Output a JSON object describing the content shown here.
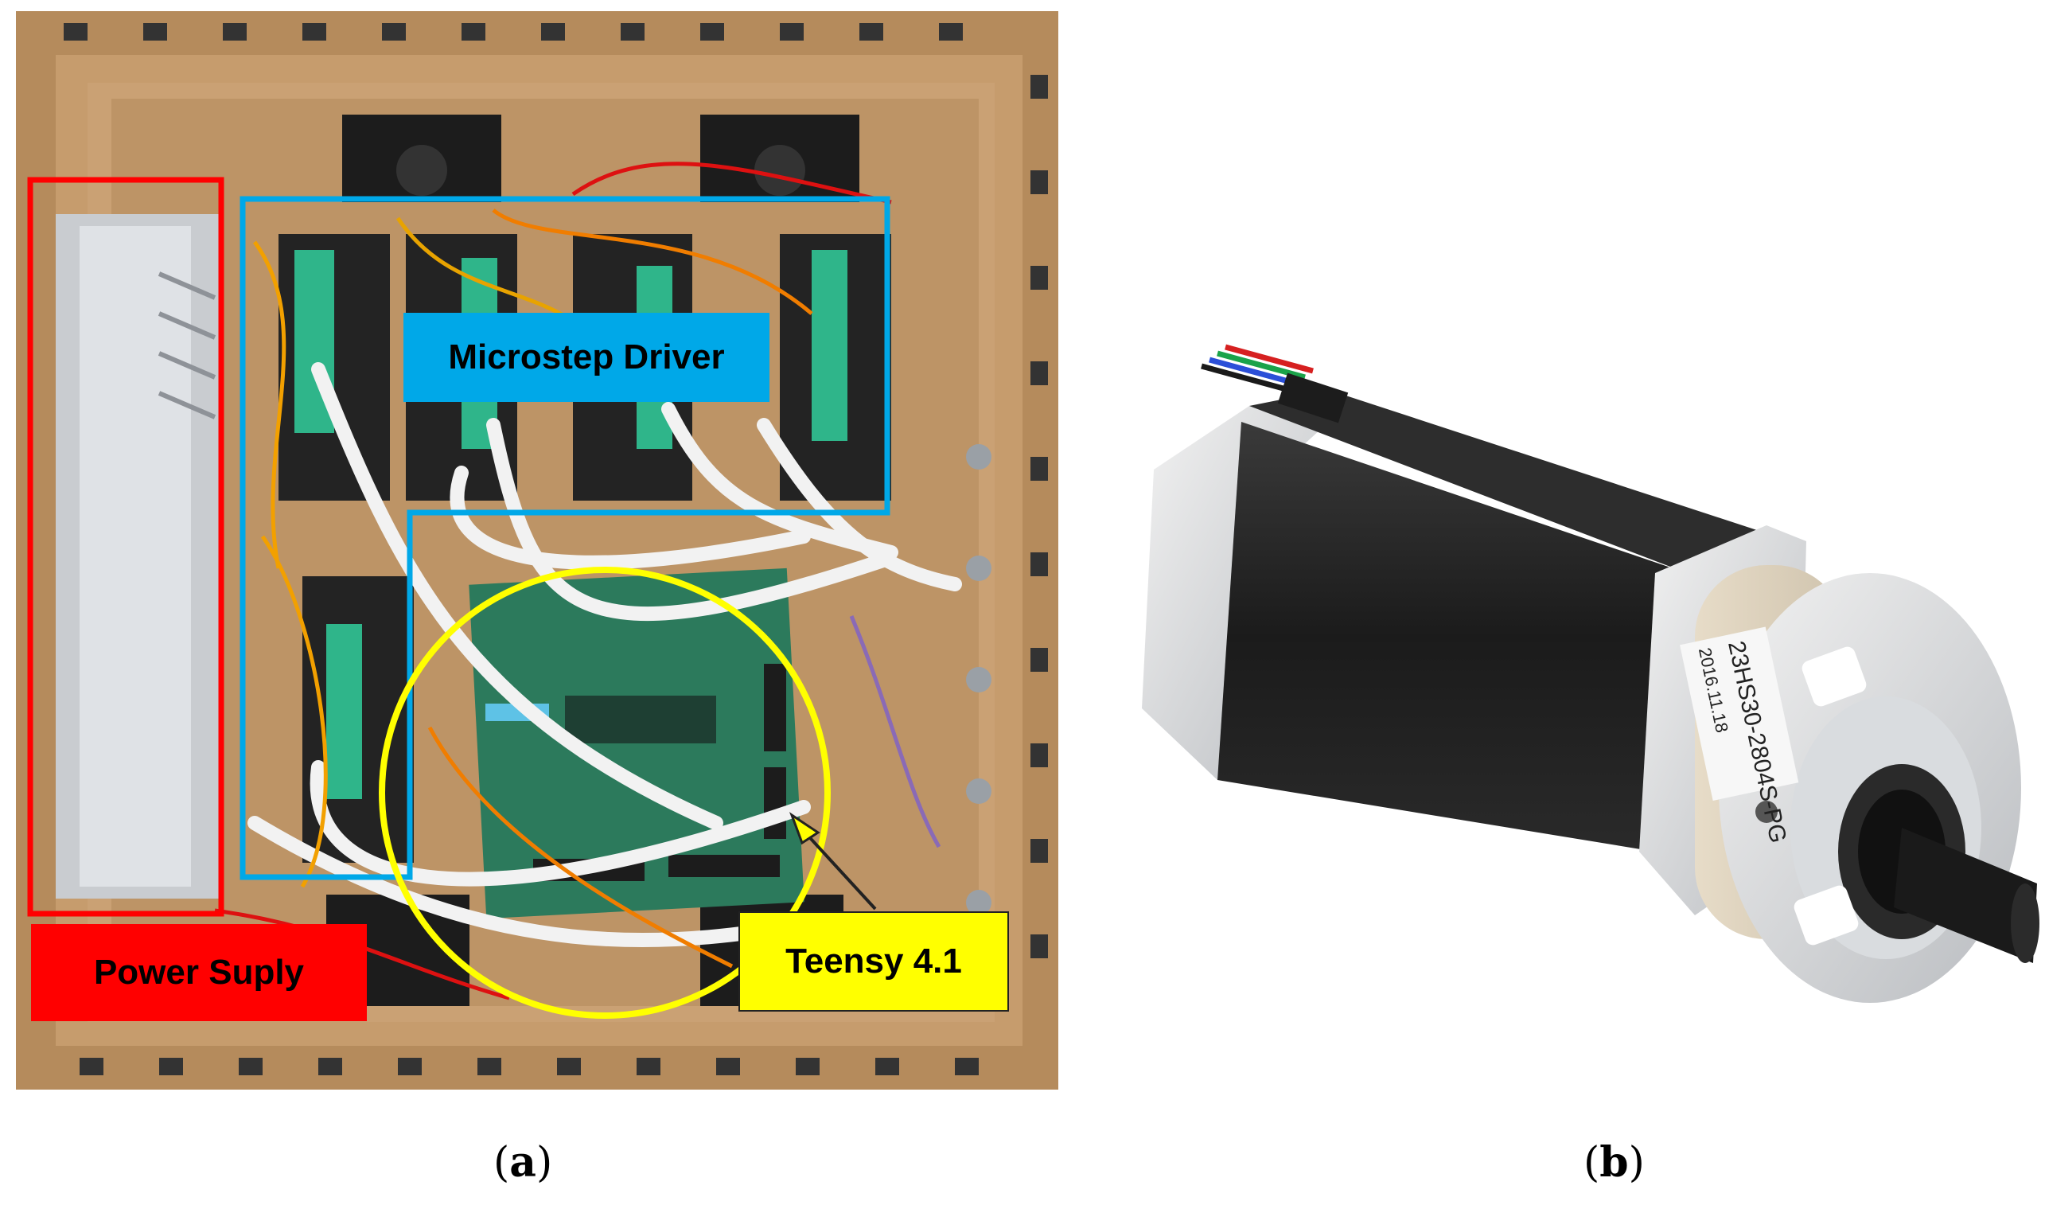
{
  "panel_a": {
    "labels": {
      "power_supply": "Power Suply",
      "microstep_driver": "Microstep Driver",
      "teensy": "Teensy 4.1"
    },
    "colors": {
      "power_box": "#ff0000",
      "driver_box": "#00a8e8",
      "teensy_circle": "#ffff00",
      "wood": "#b58b5c"
    }
  },
  "panel_b": {
    "motor_model_text": "23HS30-2804S-PG",
    "motor_date_text": "2016.11.18"
  },
  "captions": {
    "a_letter": "a",
    "b_letter": "b"
  }
}
